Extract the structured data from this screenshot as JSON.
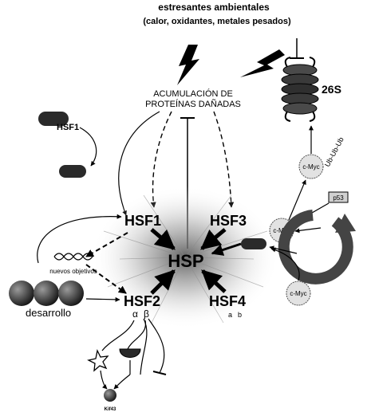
{
  "header": {
    "line1": "estresantes ambientales",
    "line2": "(calor, oxidantes, metales pesados)"
  },
  "accumulation": {
    "line1": "ACUMULACIÓN DE",
    "line2": "PROTEÍNAS DAÑADAS"
  },
  "proteasome_label": "26S",
  "hsf1_inactive_label": "HSF1",
  "factors": {
    "hsf1": "HSF1",
    "hsf2": "HSF2",
    "hsf3": "HSF3",
    "hsf4": "HSF4"
  },
  "center_label": "HSP",
  "targets_label": "nuevos objetivos",
  "development_label": "desarrollo",
  "hsf2_isoforms": {
    "alpha": "α",
    "beta": "β"
  },
  "hsf4_isoforms": {
    "a": "a",
    "b": "b"
  },
  "cmyc": {
    "top": "c-Myc",
    "middle": "c-Myc",
    "bottom": "c-Myc"
  },
  "ubiquitin_label": "Ub-Ub-Ub",
  "p53_label": "p53",
  "bottom_label": "Kif43",
  "colors": {
    "ink": "#000000",
    "molecule_dark": "#2a2a2a",
    "molecule_mid": "#6a6a6a",
    "halo": "#9a9a9a",
    "circle_fill": "#e2e2e2"
  }
}
